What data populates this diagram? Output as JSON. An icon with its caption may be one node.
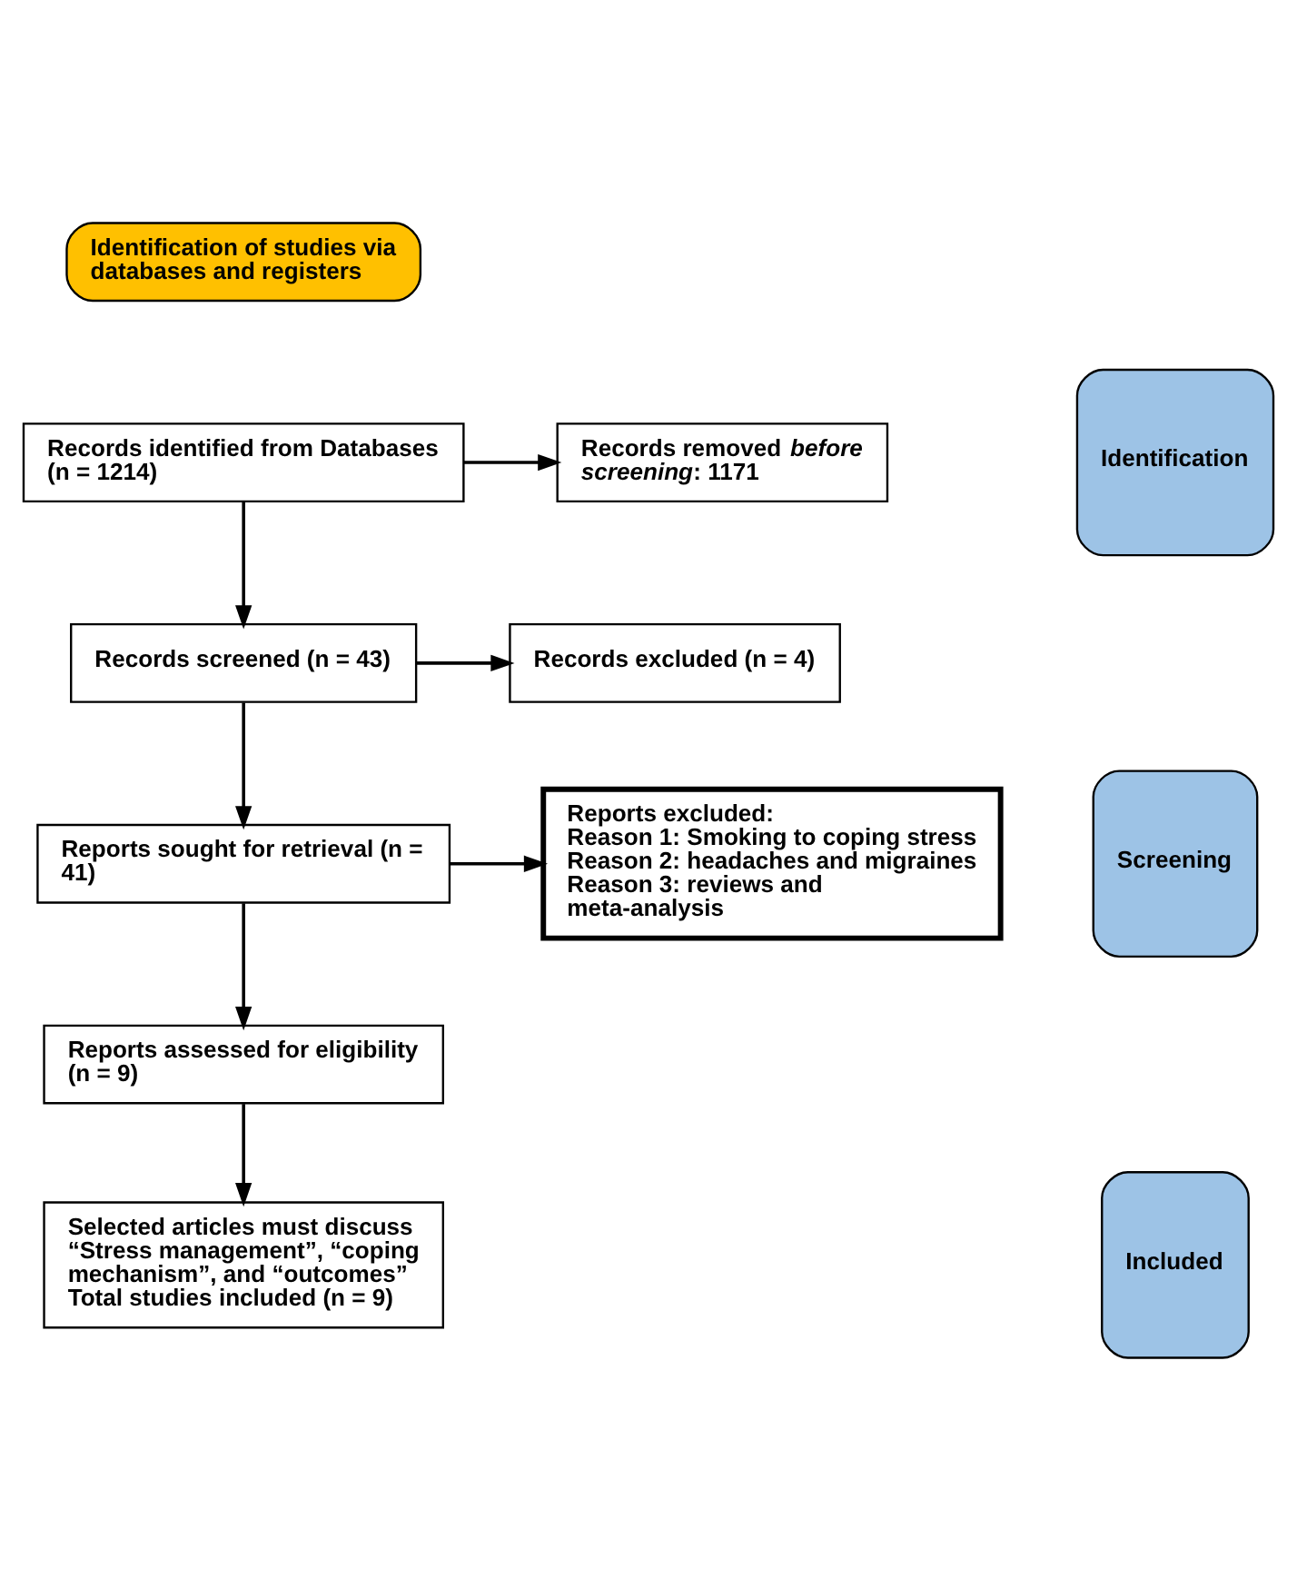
{
  "diagram": {
    "nodes": [
      {
        "text": [
          "Identification of studies via databases and registers"
        ]
      },
      {
        "text": [
          "Identification"
        ]
      },
      {
        "text": [
          "Screening"
        ]
      },
      {
        "text": [
          "Included"
        ]
      },
      {
        "text": [
          "Records identified from Databases (n = 1214)"
        ]
      },
      {
        "text": [
          "Records removed *before screening*: 1171"
        ]
      },
      {
        "text": [
          "Records screened (n = 43)"
        ]
      },
      {
        "text": [
          "Records excluded (n = 4)"
        ]
      },
      {
        "text": [
          "Reports sought for retrieval (n = 41)"
        ]
      },
      {
        "text": [
          "Reports excluded:",
          "Reason 1: Smoking to coping stress",
          "Reason 2: headaches and migraines",
          "Reason 3: reviews and meta-analysis"
        ]
      },
      {
        "text": [
          "Reports assessed for eligibility (n = 9)"
        ]
      },
      {
        "text": [
          "Selected articles must discuss “Stress management”, “coping mechanism”, and “outcomes”",
          "Total studies included (n = 9)"
        ]
      }
    ],
    "edges": [
      {
        "from": 4,
        "to": 5,
        "arrow": "to"
      },
      {
        "from": 4,
        "to": 6,
        "arrow": "to"
      },
      {
        "from": 6,
        "to": 7,
        "arrow": "to"
      },
      {
        "from": 6,
        "to": 8,
        "arrow": "to"
      },
      {
        "from": 8,
        "to": 9,
        "arrow": "to"
      },
      {
        "from": 8,
        "to": 10,
        "arrow": "to"
      },
      {
        "from": 10,
        "to": 11,
        "arrow": "to"
      }
    ]
  }
}
